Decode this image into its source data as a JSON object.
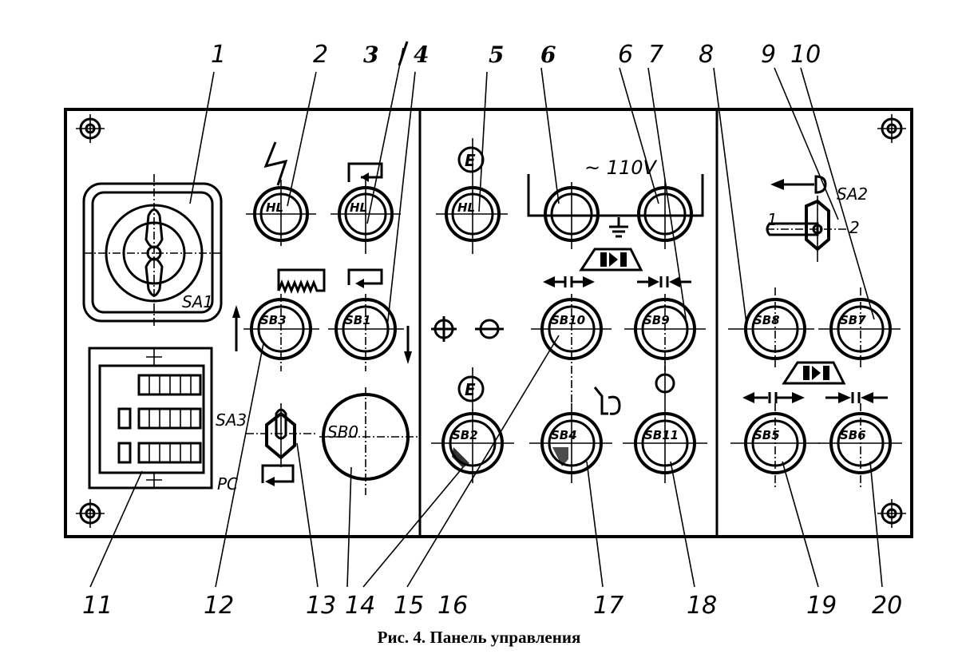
{
  "figure": {
    "caption": "Рис. 4. Панель управления",
    "voltage_label": "~ 110V"
  },
  "callouts_top": [
    "1",
    "2",
    "3",
    "4",
    "5",
    "6",
    "6",
    "7",
    "8",
    "9",
    "10"
  ],
  "callouts_top_handwritten": [
    "3",
    "4",
    "5",
    "6"
  ],
  "callouts_bottom": [
    "11",
    "12",
    "13",
    "14",
    "15",
    "16",
    "17",
    "18",
    "19",
    "20"
  ],
  "components": {
    "main_switch": "SA1",
    "mode_switch": "SA2",
    "mode_switch_pos1": "1",
    "mode_switch_pos2": "2",
    "relay_block": "SA3",
    "relay_block_sub": "PC",
    "indicator_1": "HL",
    "indicator_2": "HL",
    "indicator_3": "HL",
    "btn_sb0": "SB0",
    "btn_sb1": "SB1",
    "btn_sb2": "SB2",
    "btn_sb3": "SB3",
    "btn_sb4": "SB4",
    "btn_sb5": "SB5",
    "btn_sb6": "SB6",
    "btn_sb7": "SB7",
    "btn_sb8": "SB8",
    "btn_sb9": "SB9",
    "btn_sb10": "SB10",
    "btn_sb11": "SB11"
  }
}
